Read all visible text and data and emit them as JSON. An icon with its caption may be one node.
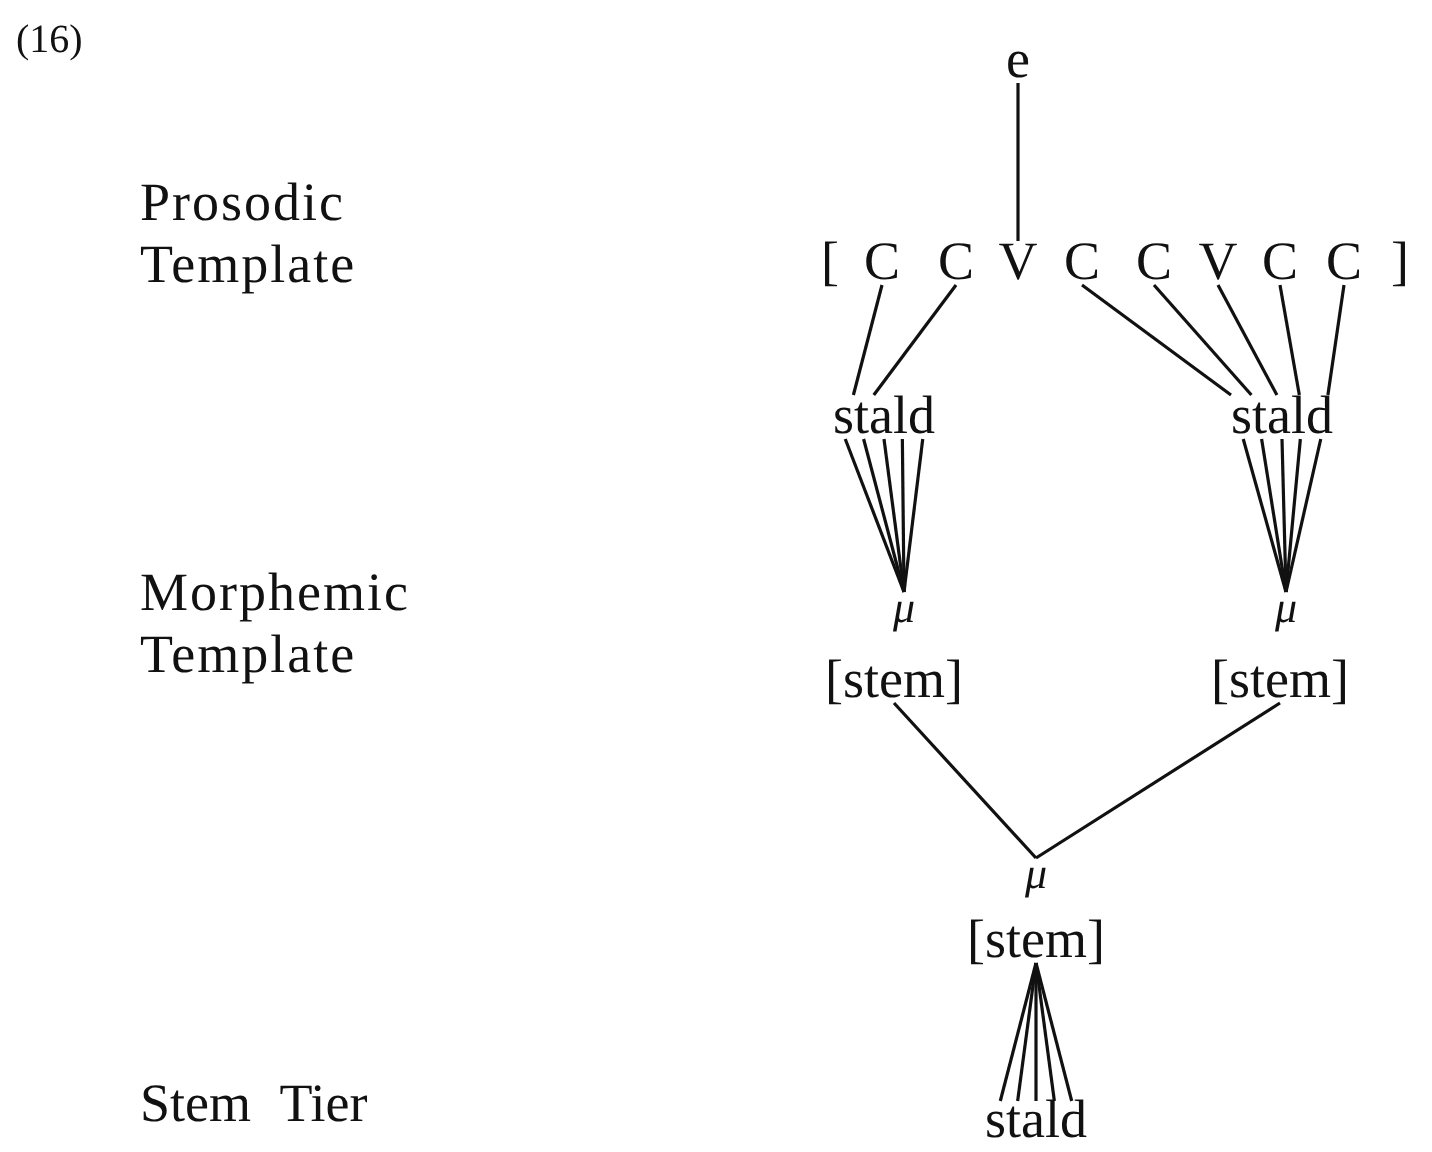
{
  "diagram": {
    "nodes": [
      {
        "text": [
          "e"
        ]
      },
      {
        "text": [
          "C"
        ]
      },
      {
        "text": [
          "C"
        ]
      },
      {
        "text": [
          "V"
        ]
      },
      {
        "text": [
          "C"
        ]
      },
      {
        "text": [
          "C"
        ]
      },
      {
        "text": [
          "V"
        ]
      },
      {
        "text": [
          "C"
        ]
      },
      {
        "text": [
          "C"
        ]
      },
      {
        "text": [
          "stald"
        ]
      },
      {
        "text": [
          "stald"
        ]
      },
      {
        "text": [
          "μ"
        ]
      },
      {
        "text": [
          "[stem]"
        ]
      },
      {
        "text": [
          "μ"
        ]
      },
      {
        "text": [
          "[stem]"
        ]
      },
      {
        "text": [
          "μ"
        ]
      },
      {
        "text": [
          "[stem]"
        ]
      },
      {
        "text": [
          "stald"
        ]
      }
    ],
    "edges": [
      {
        "from": 0,
        "to": 3,
        "arrow": "none"
      },
      {
        "from": 1,
        "to": 9,
        "arrow": "none"
      },
      {
        "from": 2,
        "to": 9,
        "arrow": "none"
      },
      {
        "from": 4,
        "to": 10,
        "arrow": "none"
      },
      {
        "from": 5,
        "to": 10,
        "arrow": "none"
      },
      {
        "from": 6,
        "to": 10,
        "arrow": "none"
      },
      {
        "from": 7,
        "to": 10,
        "arrow": "none"
      },
      {
        "from": 8,
        "to": 10,
        "arrow": "none"
      },
      {
        "from": 9,
        "to": 11,
        "arrow": "none"
      },
      {
        "from": 9,
        "to": 11,
        "arrow": "none"
      },
      {
        "from": 9,
        "to": 11,
        "arrow": "none"
      },
      {
        "from": 9,
        "to": 11,
        "arrow": "none"
      },
      {
        "from": 9,
        "to": 11,
        "arrow": "none"
      },
      {
        "from": 10,
        "to": 13,
        "arrow": "none"
      },
      {
        "from": 10,
        "to": 13,
        "arrow": "none"
      },
      {
        "from": 10,
        "to": 13,
        "arrow": "none"
      },
      {
        "from": 10,
        "to": 13,
        "arrow": "none"
      },
      {
        "from": 10,
        "to": 13,
        "arrow": "none"
      },
      {
        "from": 12,
        "to": 15,
        "arrow": "none"
      },
      {
        "from": 14,
        "to": 15,
        "arrow": "none"
      },
      {
        "from": 17,
        "to": 16,
        "arrow": "none"
      },
      {
        "from": 17,
        "to": 16,
        "arrow": "none"
      },
      {
        "from": 17,
        "to": 16,
        "arrow": "none"
      },
      {
        "from": 17,
        "to": 16,
        "arrow": "none"
      },
      {
        "from": 17,
        "to": 16,
        "arrow": "none"
      }
    ],
    "labels": [
      "(16)",
      "Prosodic Template",
      "[",
      "]",
      "Morphemic Template",
      "Stem Tier"
    ]
  }
}
